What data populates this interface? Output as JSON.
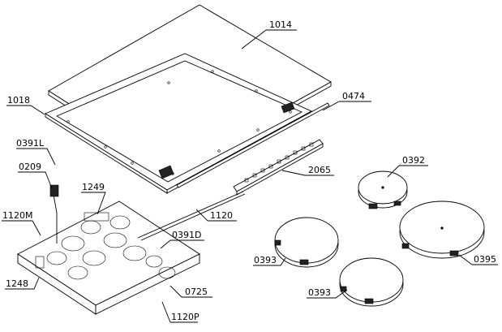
{
  "labels": {
    "l1014": "1014",
    "l1018": "1018",
    "l0474": "0474",
    "l0391L": "0391L",
    "l0209": "0209",
    "l1249": "1249",
    "l2065": "2065",
    "l0392": "0392",
    "l1120M": "1120M",
    "l1120": "1120",
    "l0391D": "0391D",
    "l0393a": "0393",
    "l0395": "0395",
    "l1248": "1248",
    "l0725": "0725",
    "l0393b": "0393",
    "l1120P": "1120P"
  }
}
